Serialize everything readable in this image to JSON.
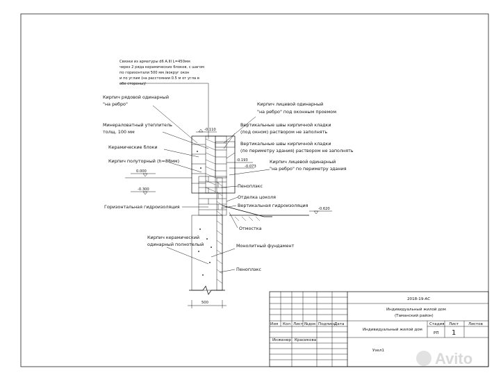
{
  "notes": {
    "ties": [
      "Связки из арматуры d6 A.III L=450мм",
      "через 2 ряда керамических блоков, с шагом",
      "по горизонтали 500 мм /вокруг окон",
      "и по углам (на расстоянии 0.5 м от угла в",
      "обе стороны)/"
    ]
  },
  "labels_left": {
    "brick_edge": [
      "Кирпич рядовой одинарный",
      "\"на ребро\""
    ],
    "insulation": [
      "Минераловатный утеплитель",
      "толщ. 100 мм"
    ],
    "ceramic_blocks": "Керамические блоки",
    "half_brick": "Кирпич полуторный (h=88мм)",
    "horizontal_waterproofing": "Горизонтальная гидроизоляция",
    "ceramic_brick_solid": [
      "Кирпич керамический",
      "одинарный полнотелый"
    ]
  },
  "labels_right": {
    "facing_brick_window": [
      "Кирпич лицевой одинарный",
      "\"на ребро\" под оконным проемом"
    ],
    "vertical_joints_window": [
      "Вертикальные швы кирпичной кладки",
      "(под окном) раствором не заполнять"
    ],
    "vertical_joints_perimeter": [
      "Вертикальные швы кирпичной кладки",
      "(по периметру здания) раствором не заполнять"
    ],
    "facing_brick_perimeter": [
      "Кирпич лицевой одинарный",
      "\"на ребро\" по периметру здания"
    ],
    "penoplex_top": "Пеноплэкс",
    "plinth_finish": "Отделка цоколя",
    "vertical_waterproofing": "Вертикальная гидроизоляция",
    "blind_area": "Отмостка",
    "monolithic_foundation": "Монолитный фундамент",
    "penoplex_bottom": "Пеноплэкс"
  },
  "levels": {
    "top": "-0.110",
    "ground": "0.000",
    "minus300": "-0.300",
    "l193": "-0.193",
    "l073": "-0.073",
    "right_ground": "-0.620",
    "width_dim": "500"
  },
  "title_block": {
    "code": "2018-19-АС",
    "project_1": "Индивидуальный жилой дом",
    "project_2": "(Таманский район)",
    "headers": [
      "Изм",
      "Кол",
      "Лист",
      "№док",
      "Подпись",
      "Дата"
    ],
    "sheet_name": "Индивидуальный жилой дом",
    "stage_header": "Стадия",
    "sheet_header": "Лист",
    "sheets_header": "Листов",
    "stage": "РП",
    "sheet": "1",
    "role": "Инженер",
    "person": "Красикова",
    "node": "Узел1"
  },
  "watermark": "Avito"
}
